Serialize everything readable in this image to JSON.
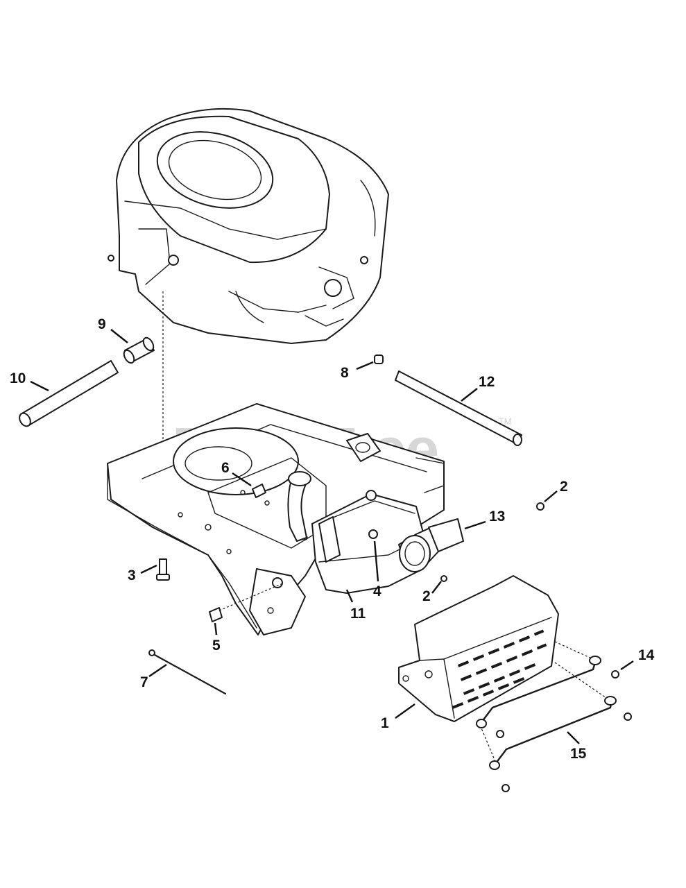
{
  "watermark": {
    "text": "PartsTree",
    "trademark": "TM"
  },
  "callouts": [
    {
      "id": "c10",
      "label": "10"
    },
    {
      "id": "c9",
      "label": "9"
    },
    {
      "id": "c8",
      "label": "8"
    },
    {
      "id": "c12",
      "label": "12"
    },
    {
      "id": "c6",
      "label": "6"
    },
    {
      "id": "c2a",
      "label": "2"
    },
    {
      "id": "c13",
      "label": "13"
    },
    {
      "id": "c3",
      "label": "3"
    },
    {
      "id": "c4",
      "label": "4"
    },
    {
      "id": "c2b",
      "label": "2"
    },
    {
      "id": "c11",
      "label": "11"
    },
    {
      "id": "c5",
      "label": "5"
    },
    {
      "id": "c7",
      "label": "7"
    },
    {
      "id": "c14",
      "label": "14"
    },
    {
      "id": "c1",
      "label": "1"
    },
    {
      "id": "c15",
      "label": "15"
    }
  ]
}
